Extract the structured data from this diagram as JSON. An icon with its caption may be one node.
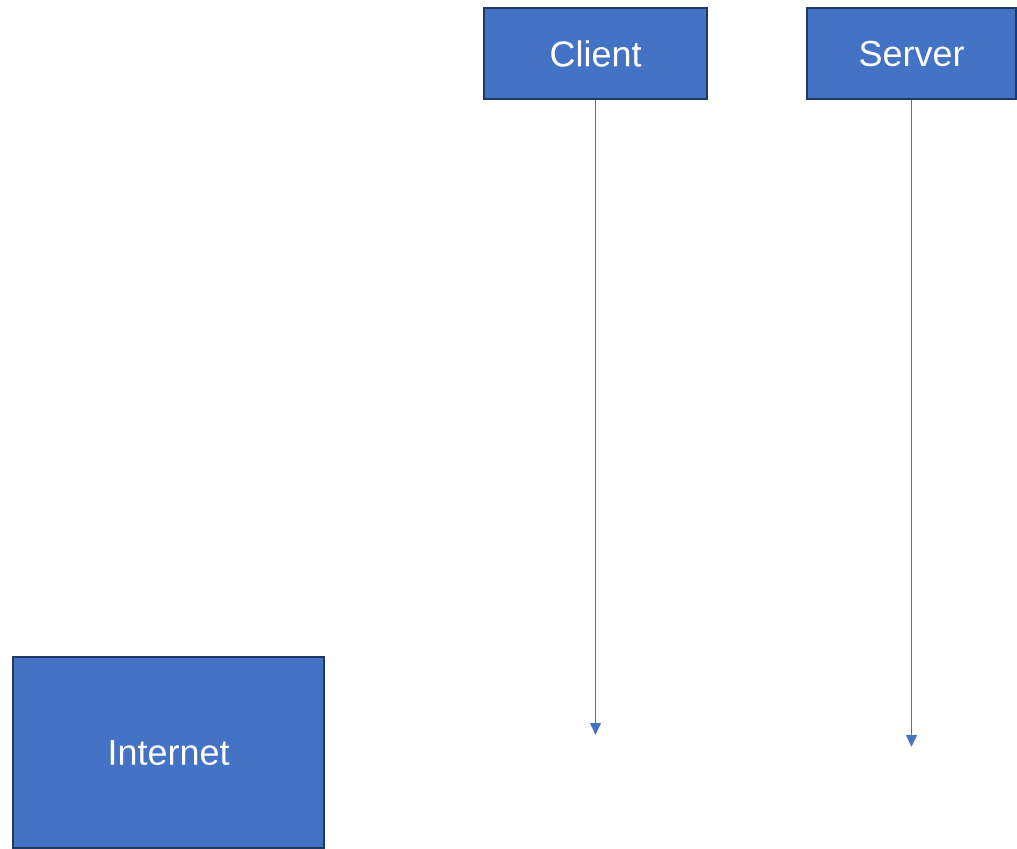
{
  "diagram": {
    "nodes": [
      {
        "text": [
          "Client"
        ]
      },
      {
        "text": [
          "Server"
        ]
      },
      {
        "text": [
          "Internet"
        ]
      }
    ],
    "edges": [
      {
        "from": 0,
        "to": null,
        "arrow": "to"
      },
      {
        "from": 1,
        "to": null,
        "arrow": "to"
      }
    ]
  }
}
